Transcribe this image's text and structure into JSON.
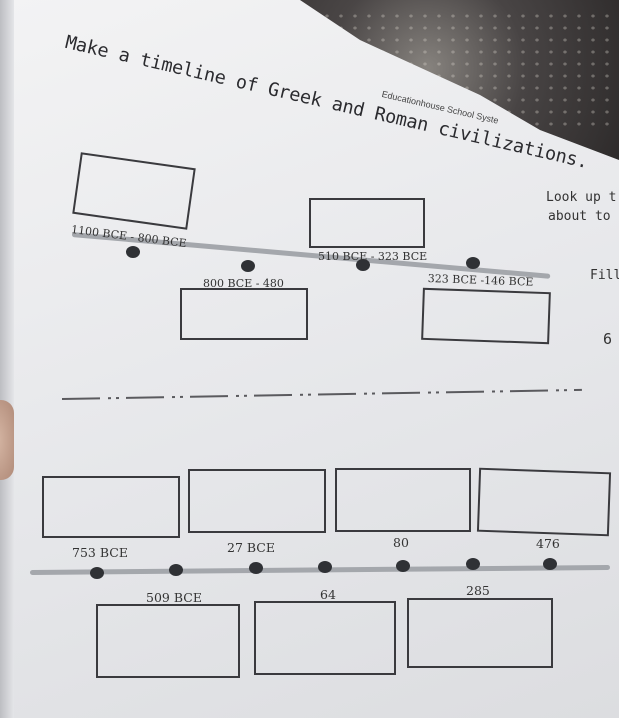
{
  "worksheet": {
    "title": "Make a timeline of Greek and Roman civilizations.",
    "brand": "Educationhouse School Syste",
    "side_text": [
      "Look up t",
      "about to",
      "Fill i",
      "6"
    ],
    "greek_timeline": {
      "upper_labels": [
        "1100 BCE - 800 BCE",
        "510 BCE - 323 BCE"
      ],
      "lower_labels": [
        "800 BCE - 480",
        "323 BCE -146 BCE"
      ]
    },
    "roman_timeline": {
      "upper_labels": [
        "753 BCE",
        "27 BCE",
        "80",
        "476"
      ],
      "lower_labels": [
        "509 BCE",
        "64",
        "285"
      ]
    }
  }
}
